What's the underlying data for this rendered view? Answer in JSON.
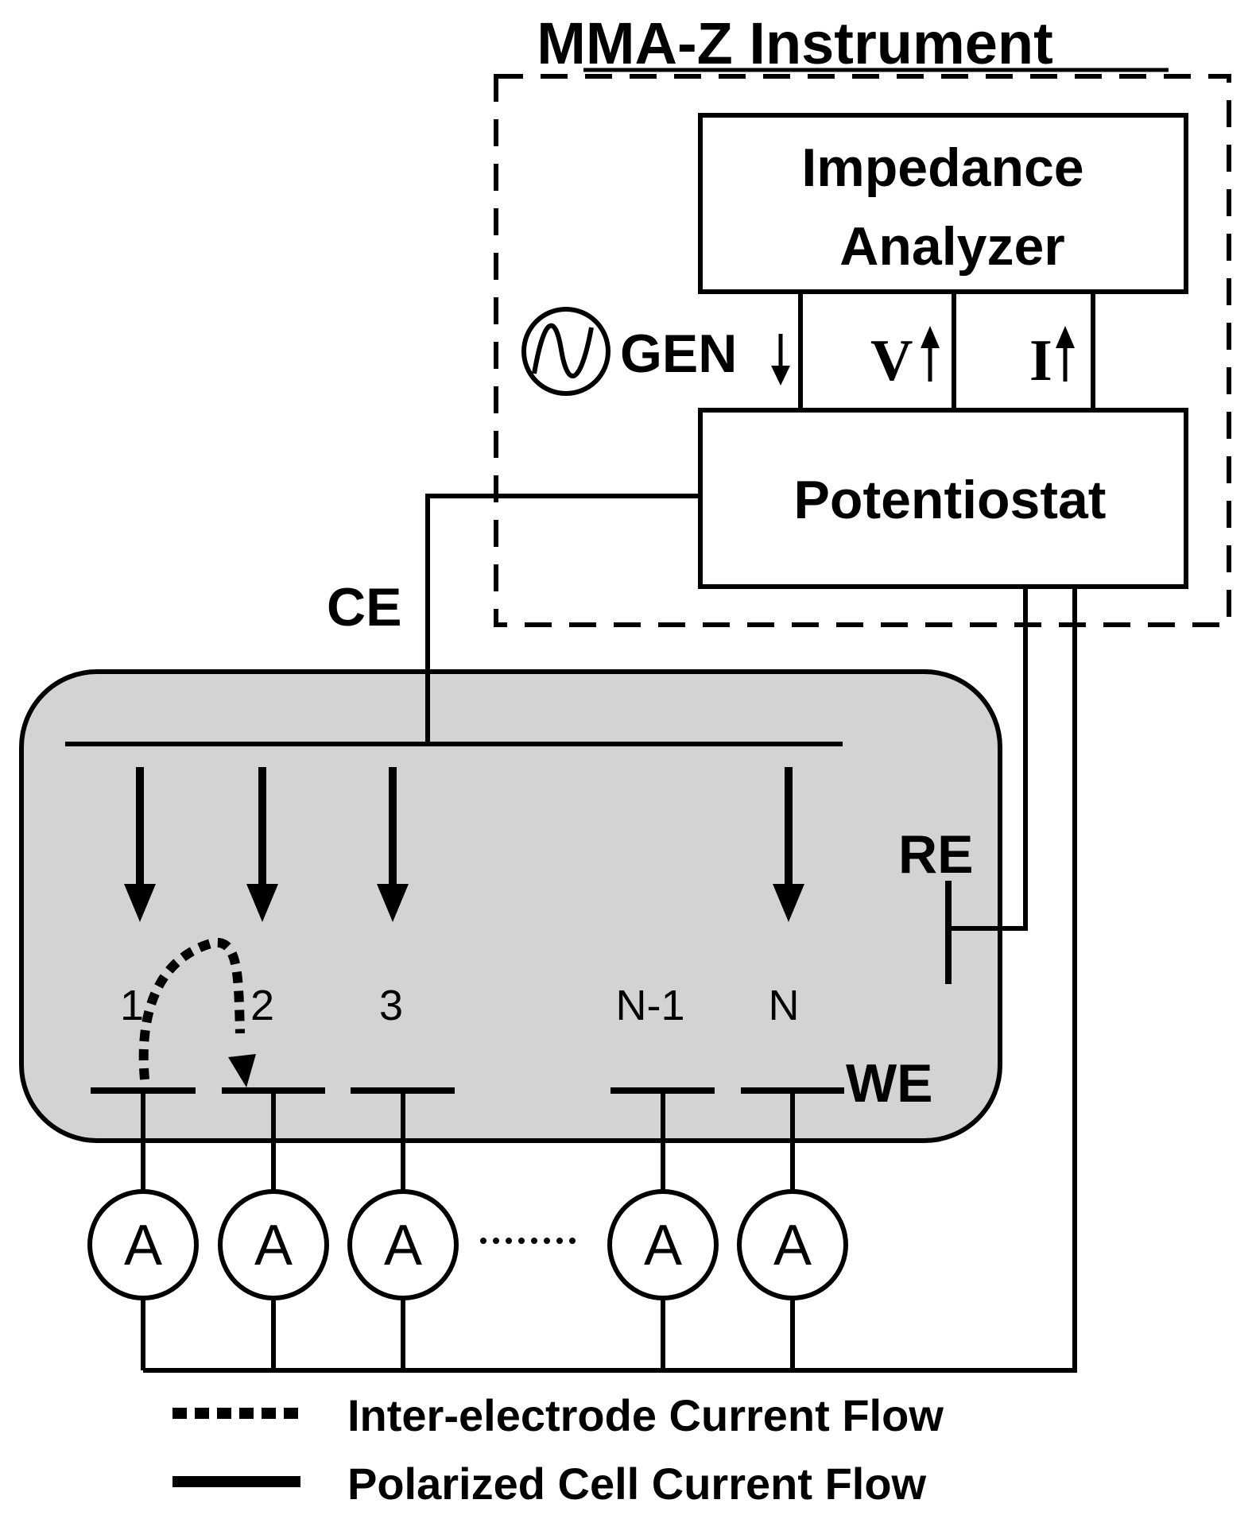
{
  "instrument": {
    "title": "MMA-Z Instrument"
  },
  "boxes": {
    "impedance_line1": "Impedance",
    "impedance_line2": "Analyzer",
    "potentiostat": "Potentiostat"
  },
  "signals": {
    "gen": "GEN",
    "v": "V",
    "i": "I"
  },
  "electrodes": {
    "ce": "CE",
    "re": "RE",
    "we": "WE"
  },
  "we_indices": [
    "1",
    "2",
    "3",
    "N-1",
    "N"
  ],
  "ammeter_symbol": "A",
  "legend": {
    "dashed": "Inter-electrode Current Flow",
    "solid": "Polarized Cell Current Flow"
  },
  "colors": {
    "cell_fill": "#d3d3d3",
    "stroke": "#000000",
    "background": "#ffffff"
  }
}
